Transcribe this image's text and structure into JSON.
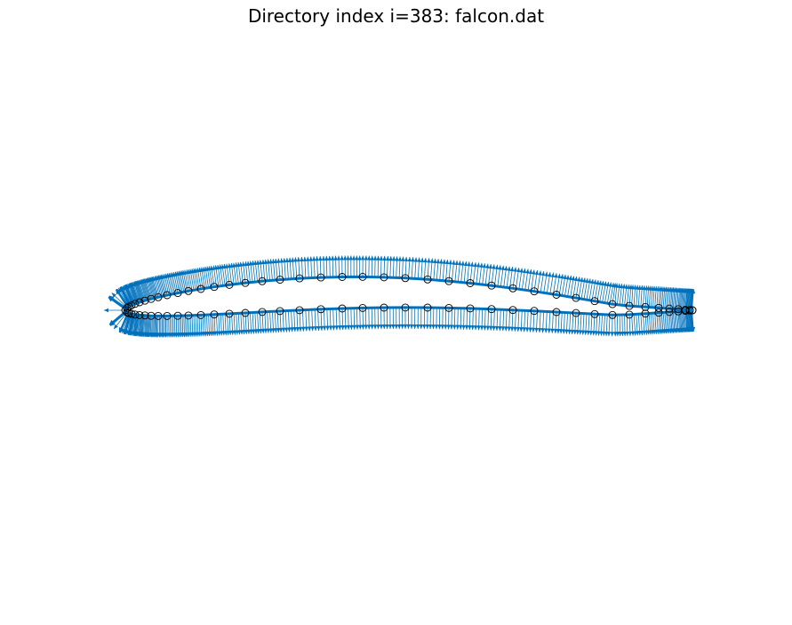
{
  "title": "Directory index i=383: falcon.dat",
  "colors": {
    "outline": "#0072bd",
    "normals": "#0072bd",
    "points_edge": "#000000",
    "background": "#ffffff"
  },
  "figure": {
    "type": "airfoil-outline-with-surface-normals",
    "airfoil": "falcon.dat",
    "axes_visible": false
  }
}
